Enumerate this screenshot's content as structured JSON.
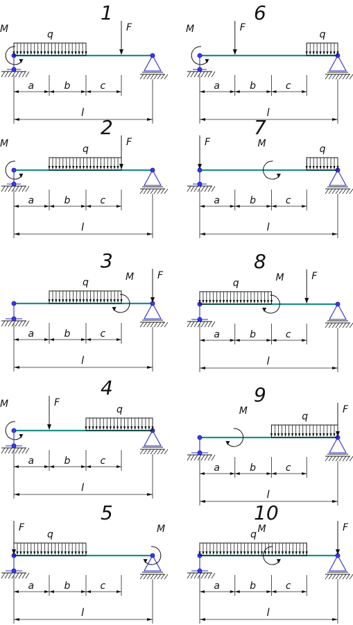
{
  "labels": {
    "moment": "M",
    "force": "F",
    "load": "q",
    "a": "a",
    "b": "b",
    "c": "c",
    "length": "l"
  },
  "schemes": [
    {
      "id": 1,
      "number": "1",
      "left_support": "fixed-pin",
      "right_support": "roller",
      "q_span": [
        0,
        2
      ],
      "moment_at": 0,
      "moment_dir": "ccw",
      "force_at": 3,
      "force_dir": "down"
    },
    {
      "id": 2,
      "number": "2",
      "left_support": "fixed-pin",
      "right_support": "roller",
      "q_span": [
        1,
        3
      ],
      "moment_at": 0,
      "moment_dir": "ccw",
      "force_at": 3,
      "force_dir": "down"
    },
    {
      "id": 3,
      "number": "3",
      "left_support": "pin",
      "right_support": "roller",
      "q_span": [
        1,
        3
      ],
      "moment_at": 3,
      "moment_dir": "cw",
      "force_at": 4,
      "force_dir": "down"
    },
    {
      "id": 4,
      "number": "4",
      "left_support": "pin",
      "right_support": "roller",
      "q_span": [
        2,
        4
      ],
      "moment_at": 0,
      "moment_dir": "ccw",
      "force_at": 1,
      "force_dir": "down"
    },
    {
      "id": 5,
      "number": "5",
      "left_support": "pin",
      "right_support": "roller",
      "q_span": [
        0,
        2
      ],
      "moment_at": 4,
      "moment_dir": "cw",
      "force_at": 0,
      "force_dir": "down"
    },
    {
      "id": 6,
      "number": "6",
      "left_support": "fixed-pin",
      "right_support": "roller",
      "q_span": [
        3,
        4
      ],
      "moment_at": 0,
      "moment_dir": "ccw",
      "force_at": 1,
      "force_dir": "down"
    },
    {
      "id": 7,
      "number": "7",
      "left_support": "fixed-pin",
      "right_support": "roller",
      "q_span": [
        3,
        4
      ],
      "moment_at": 2,
      "moment_dir": "ccw",
      "force_at": 0,
      "force_dir": "down"
    },
    {
      "id": 8,
      "number": "8",
      "left_support": "pin",
      "right_support": "roller",
      "q_span": [
        0,
        2
      ],
      "moment_at": 2,
      "moment_dir": "cw",
      "force_at": 3,
      "force_dir": "down"
    },
    {
      "id": 9,
      "number": "9",
      "left_support": "pin",
      "right_support": "roller",
      "q_span": [
        2,
        4
      ],
      "moment_at": 1,
      "moment_dir": "cw",
      "force_at": 4,
      "force_dir": "down"
    },
    {
      "id": 10,
      "number": "10",
      "left_support": "pin",
      "right_support": "roller",
      "q_span": [
        0,
        3
      ],
      "moment_at": 2,
      "moment_dir": "ccw",
      "force_at": 4,
      "force_dir": "down"
    }
  ]
}
